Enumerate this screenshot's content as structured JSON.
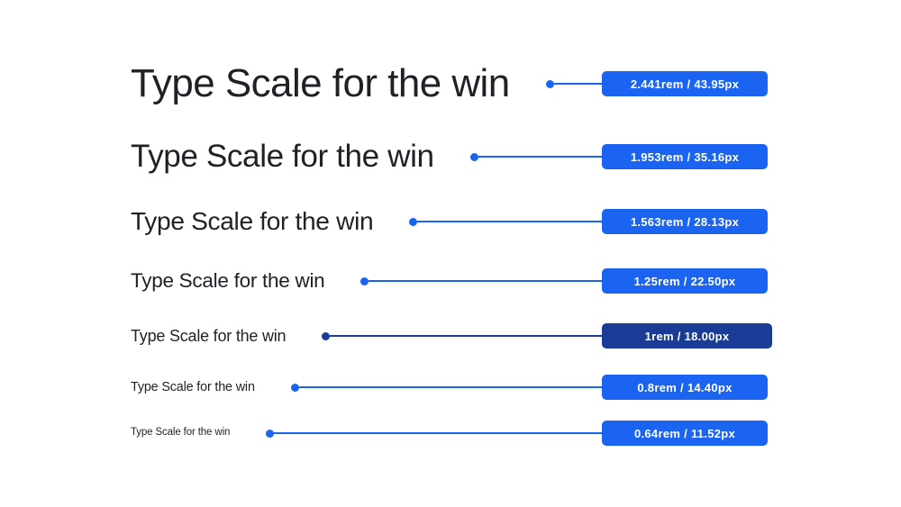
{
  "figure": {
    "background": "#ffffff",
    "text_color": "#1f2126",
    "accent_color": "#1b64f1",
    "dark_color": "#1a3c96",
    "badge_text_color": "#ffffff"
  },
  "rows": [
    {
      "label": "Type Scale for the win",
      "badge_label": "2.441rem / 43.95px",
      "font_px": 43.95,
      "variant": "accent"
    },
    {
      "label": "Type Scale for the win",
      "badge_label": "1.953rem / 35.16px",
      "font_px": 35.16,
      "variant": "accent"
    },
    {
      "label": "Type Scale for the win",
      "badge_label": "1.563rem / 28.13px",
      "font_px": 28.13,
      "variant": "accent"
    },
    {
      "label": "Type Scale for the win",
      "badge_label": "1.25rem / 22.50px",
      "font_px": 22.5,
      "variant": "accent"
    },
    {
      "label": "Type Scale for the win",
      "badge_label": "1rem / 18.00px",
      "font_px": 18,
      "variant": "dark"
    },
    {
      "label": "Type Scale for the win",
      "badge_label": "0.8rem / 14.40px",
      "font_px": 14.4,
      "variant": "accent"
    },
    {
      "label": "Type Scale for the win",
      "badge_label": "0.64rem / 11.52px",
      "font_px": 11.52,
      "variant": "accent"
    }
  ]
}
